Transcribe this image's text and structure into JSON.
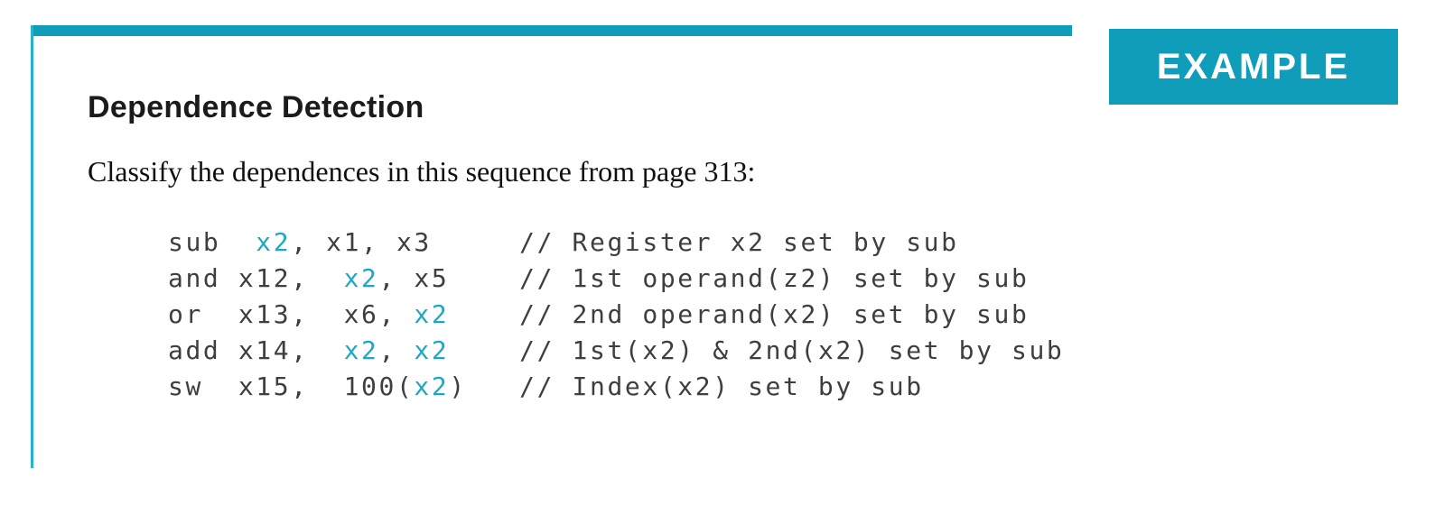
{
  "badge": {
    "label": "EXAMPLE"
  },
  "heading": "Dependence Detection",
  "intro": "Classify the dependences in this sequence from page 313:",
  "colors": {
    "teal_bar": "#0f9db9",
    "teal_rule": "#29b1cc",
    "code_accent": "#1ba8c6"
  },
  "code": {
    "lines": [
      {
        "segments": [
          {
            "t": "sub  "
          },
          {
            "t": "x2",
            "accent": true
          },
          {
            "t": ", x1, x3     // Register x2 set by sub"
          }
        ]
      },
      {
        "segments": [
          {
            "t": "and x12,  "
          },
          {
            "t": "x2",
            "accent": true
          },
          {
            "t": ", x5    // 1st operand(z2) set by sub"
          }
        ]
      },
      {
        "segments": [
          {
            "t": "or  x13,  x6, "
          },
          {
            "t": "x2",
            "accent": true
          },
          {
            "t": "    // 2nd operand(x2) set by sub"
          }
        ]
      },
      {
        "segments": [
          {
            "t": "add x14,  "
          },
          {
            "t": "x2",
            "accent": true
          },
          {
            "t": ", "
          },
          {
            "t": "x2",
            "accent": true
          },
          {
            "t": "    // 1st(x2) & 2nd(x2) set by sub"
          }
        ]
      },
      {
        "segments": [
          {
            "t": "sw  x15,  100("
          },
          {
            "t": "x2",
            "accent": true
          },
          {
            "t": ")   // Index(x2) set by sub"
          }
        ]
      }
    ]
  }
}
